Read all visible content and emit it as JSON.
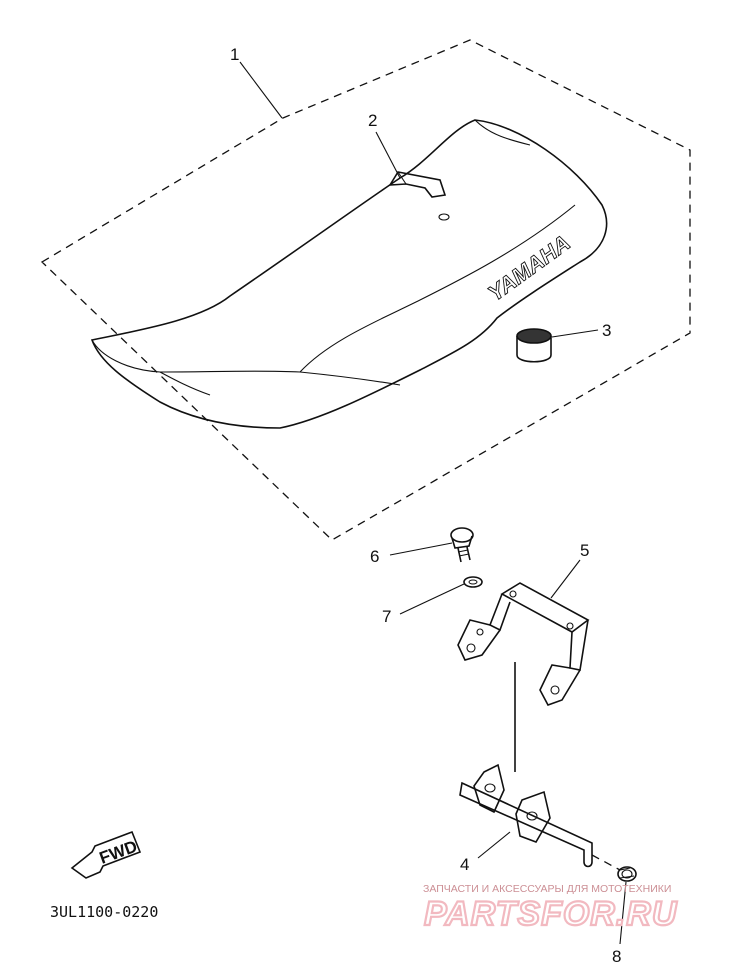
{
  "callouts": [
    "1",
    "2",
    "3",
    "4",
    "5",
    "6",
    "7",
    "8"
  ],
  "seat_brand": "YAMAHA",
  "fwd_label": "FWD",
  "diagram_code": "3UL1100-0220",
  "watermark": {
    "caption": "ЗАПЧАСТИ И АКСЕССУАРЫ ДЛЯ МОТОТЕХНИКИ",
    "logo_text": "PARTSFOR.RU"
  }
}
